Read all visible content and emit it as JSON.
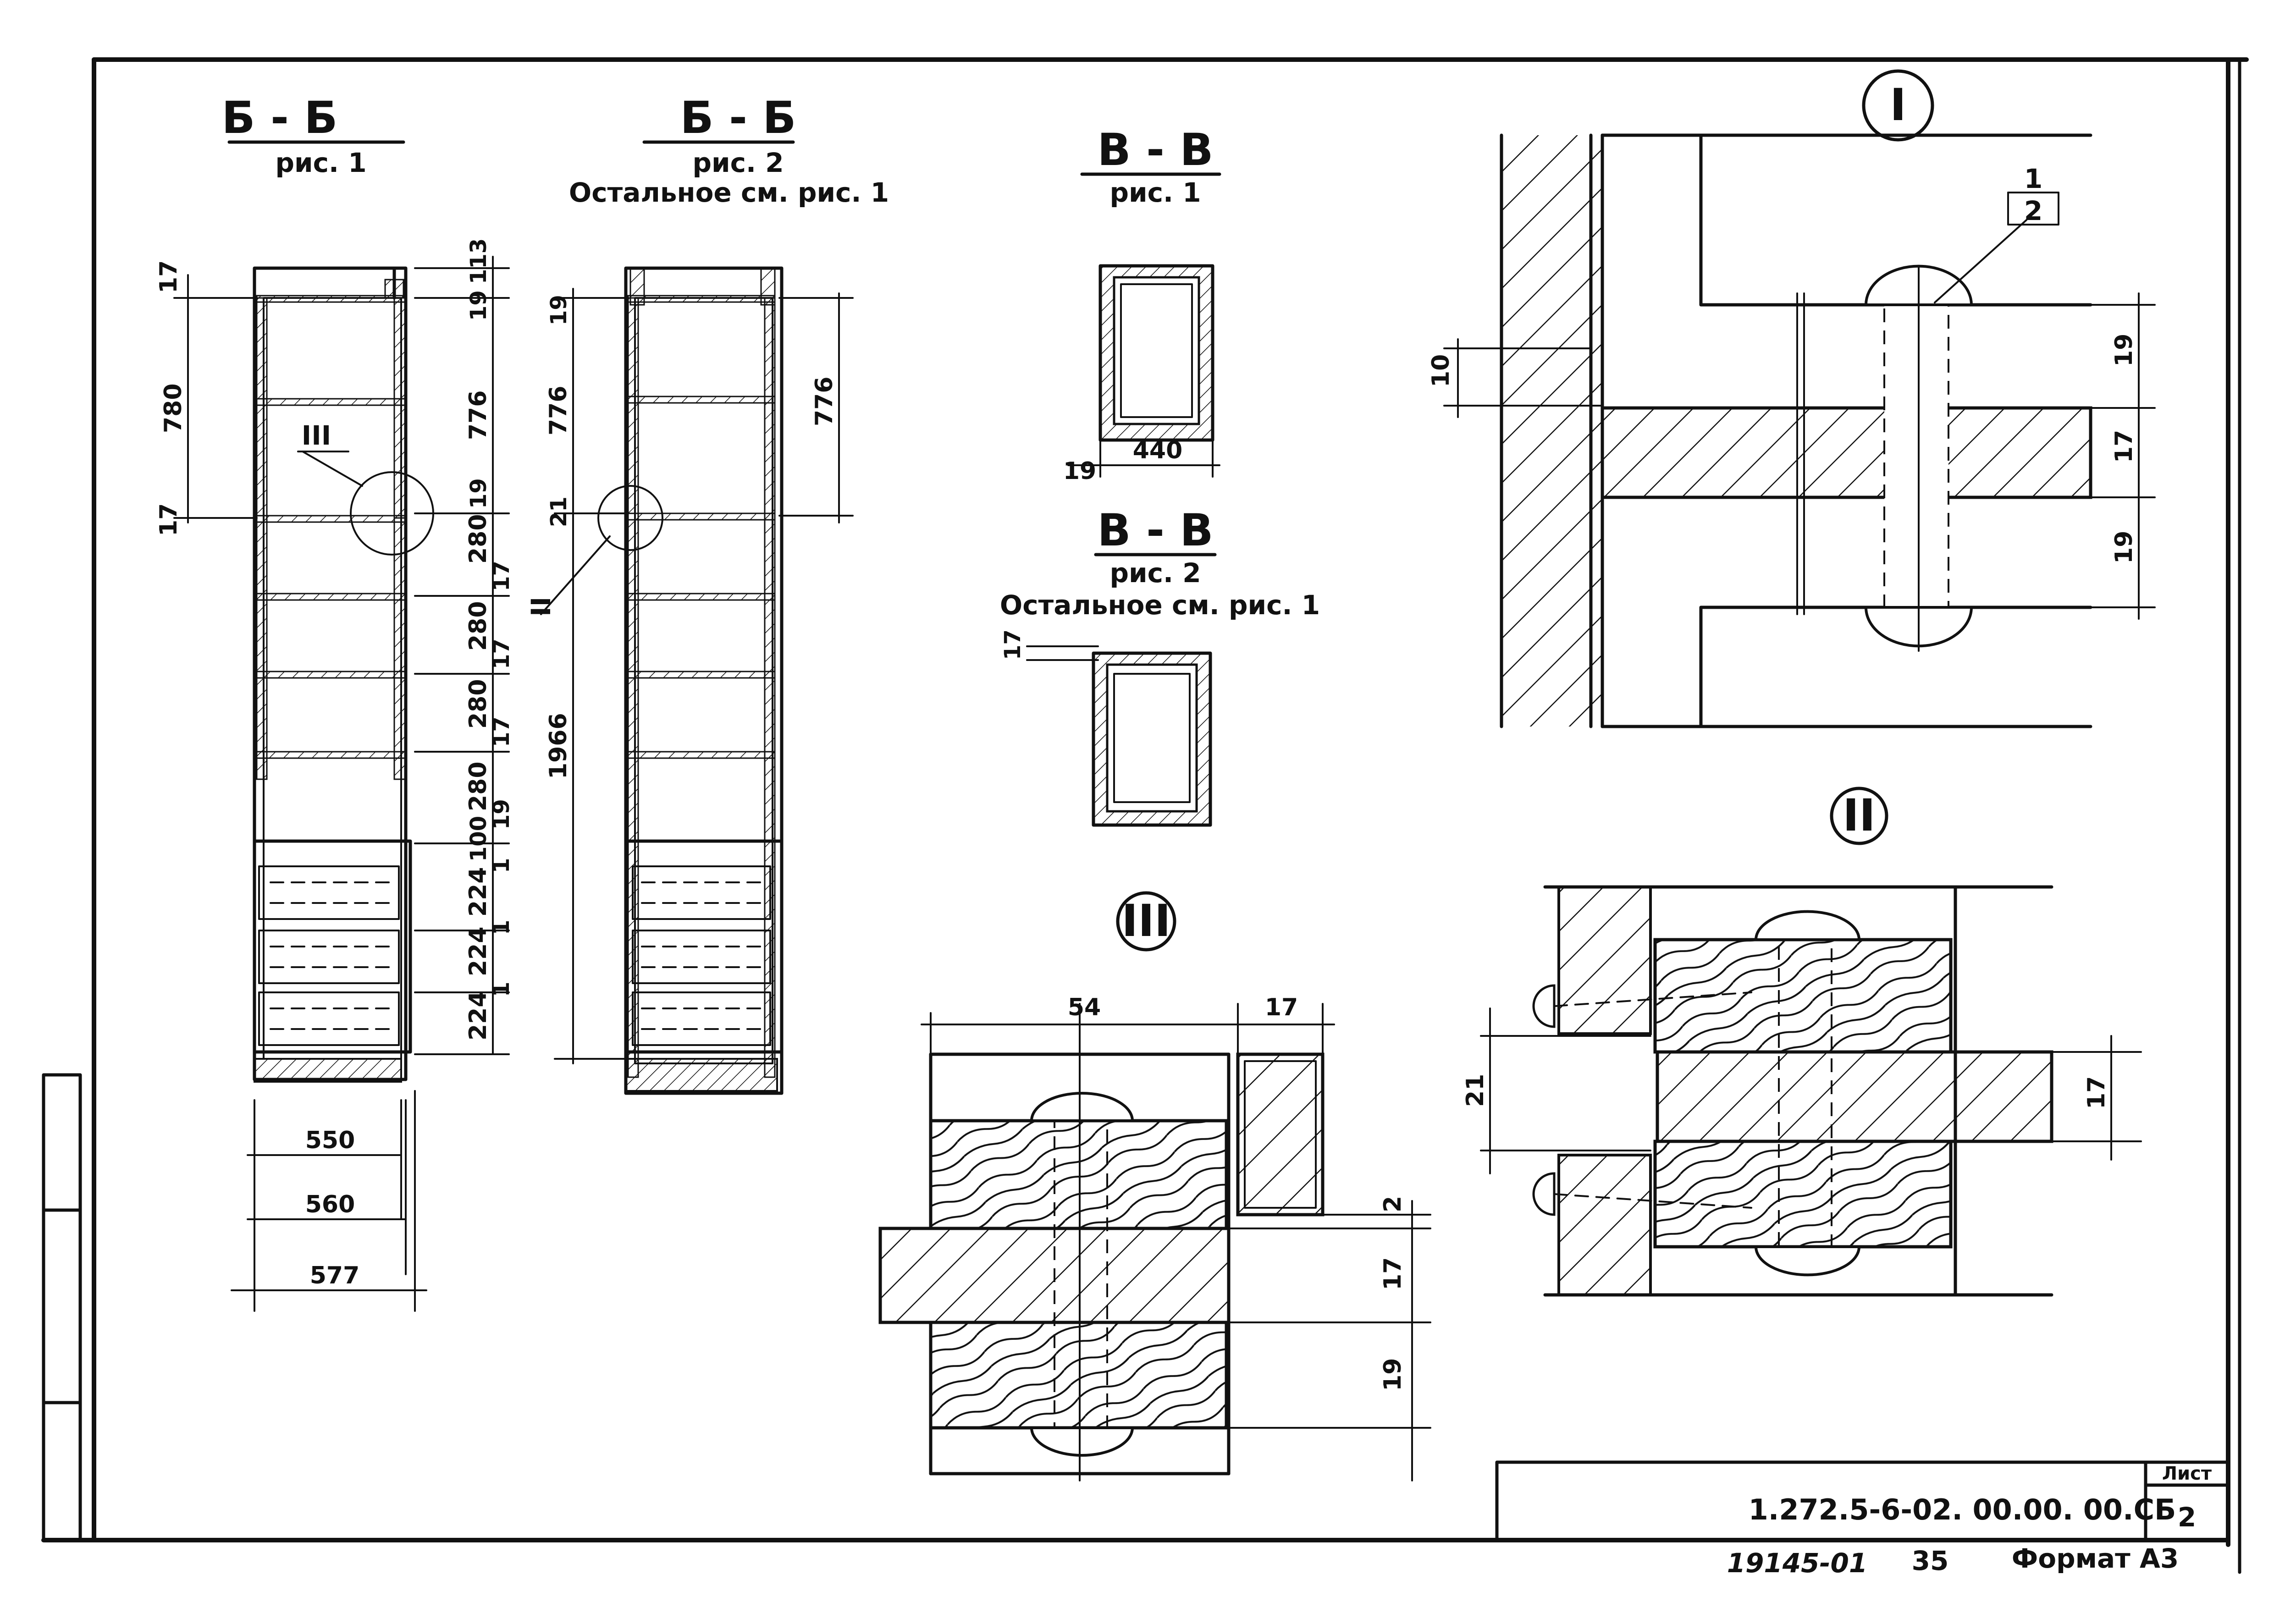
{
  "sections": {
    "bb1": {
      "title": "Б - Б",
      "sub": "рис. 1"
    },
    "bb2": {
      "title": "Б - Б",
      "sub": "рис. 2",
      "note": "Остальное см. рис. 1"
    },
    "vv1": {
      "title": "В - В",
      "sub": "рис. 1"
    },
    "vv2": {
      "title": "В - В",
      "sub": "рис. 2",
      "note": "Остальное см. рис. 1"
    }
  },
  "details": {
    "d1": "I",
    "d2": "II",
    "d3": "III"
  },
  "dims_bb1": {
    "left": [
      "17",
      "780",
      "17"
    ],
    "right": [
      "113",
      "19",
      "776",
      "19",
      "280",
      "17",
      "280",
      "17",
      "280",
      "17",
      "280",
      "19",
      "100",
      "1",
      "224",
      "1",
      "224",
      "1",
      "224"
    ],
    "bottom": [
      "550",
      "560",
      "577"
    ],
    "callout": "III"
  },
  "dims_bb2": {
    "left": [
      "19",
      "776",
      "21",
      "1966"
    ],
    "right": [
      "776"
    ],
    "callout": "II"
  },
  "dims_vv": {
    "d19": "19",
    "d440": "440",
    "d17": "17"
  },
  "dims_d1": {
    "d10": "10",
    "d19a": "19",
    "d17": "17",
    "d19b": "19",
    "pos1": "1",
    "pos2": "2"
  },
  "dims_d2": {
    "d21": "21",
    "d17": "17"
  },
  "dims_d3": {
    "d54": "54",
    "d17a": "17",
    "d2": "2",
    "d17b": "17",
    "d19": "19"
  },
  "title_block": {
    "doc": "1.272.5-6-02. 00.00. 00.СБ",
    "sheet_label": "Лист",
    "sheet_no": "2"
  },
  "footer": {
    "inv": "19145-01",
    "page": "35",
    "format": "Формат А3"
  }
}
